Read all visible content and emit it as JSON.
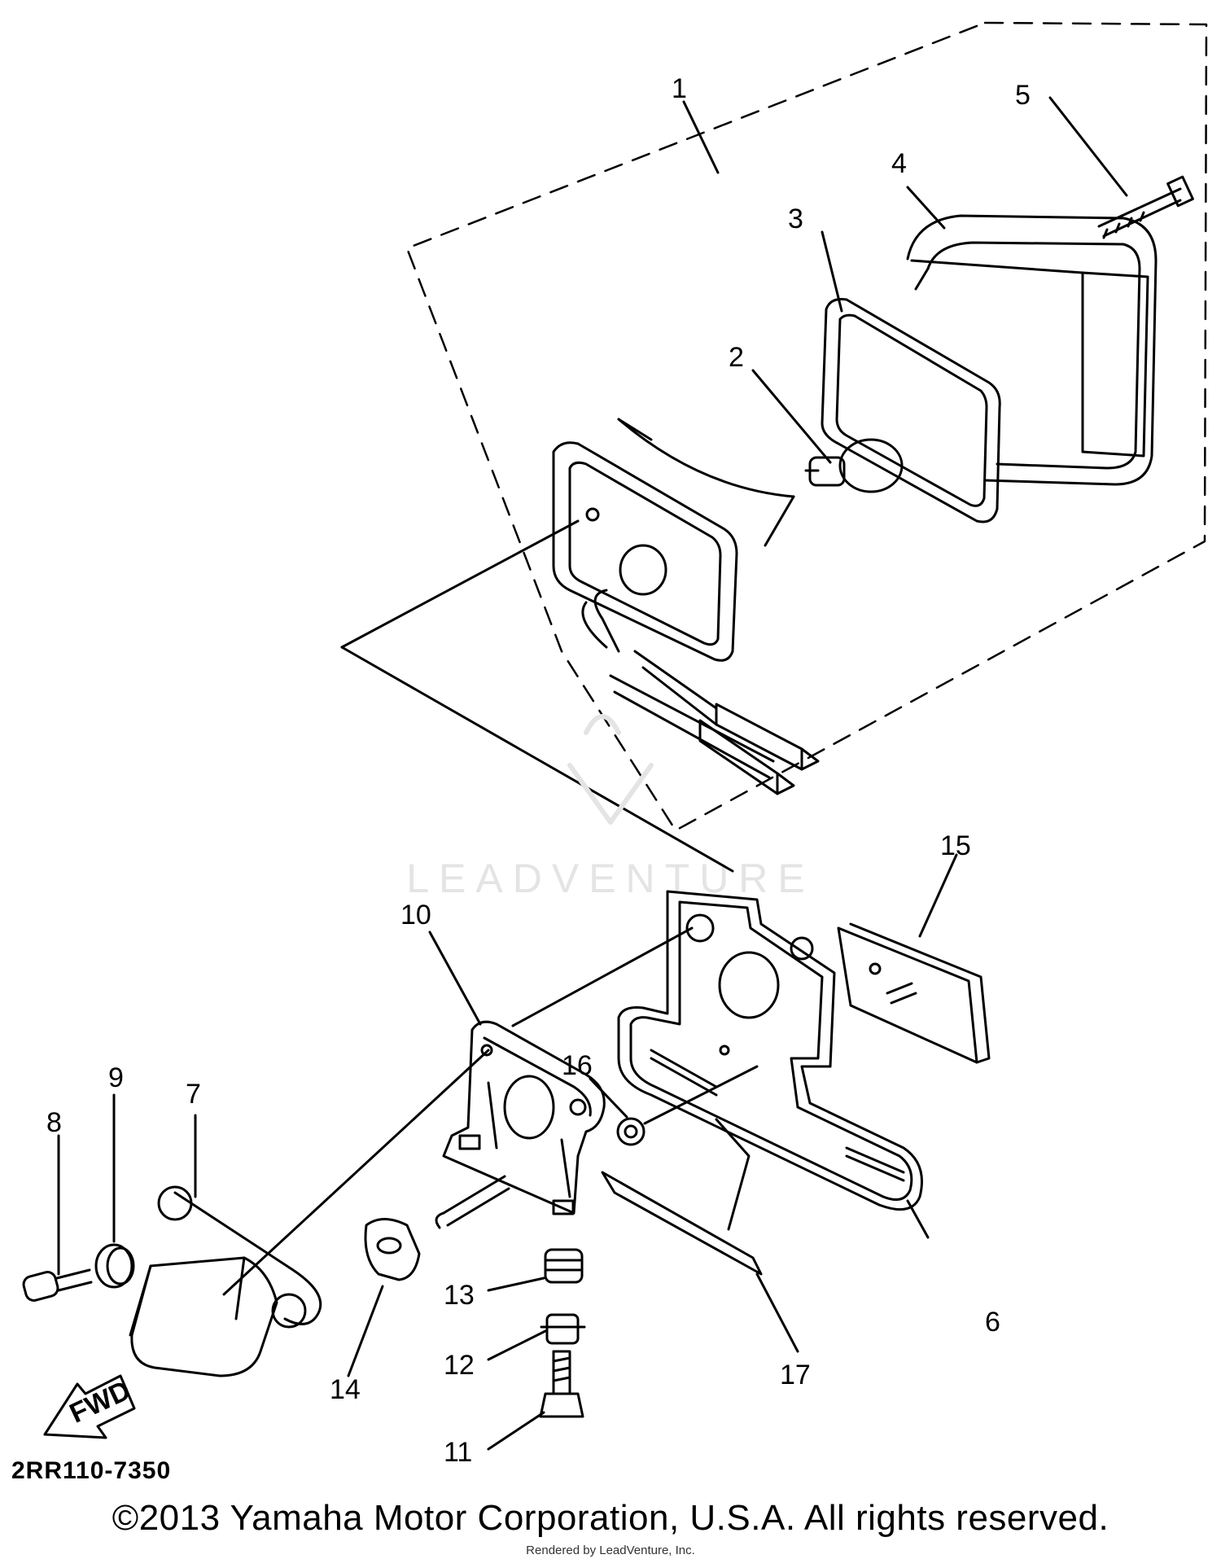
{
  "watermark": "LEADVENTURE",
  "callouts": [
    {
      "id": "1",
      "text": "1"
    },
    {
      "id": "2",
      "text": "2"
    },
    {
      "id": "3",
      "text": "3"
    },
    {
      "id": "4",
      "text": "4"
    },
    {
      "id": "5",
      "text": "5"
    },
    {
      "id": "6",
      "text": "6"
    },
    {
      "id": "7",
      "text": "7"
    },
    {
      "id": "8",
      "text": "8"
    },
    {
      "id": "9",
      "text": "9"
    },
    {
      "id": "10",
      "text": "10"
    },
    {
      "id": "11",
      "text": "11"
    },
    {
      "id": "12",
      "text": "12"
    },
    {
      "id": "13",
      "text": "13"
    },
    {
      "id": "14",
      "text": "14"
    },
    {
      "id": "15",
      "text": "15"
    },
    {
      "id": "16",
      "text": "16"
    },
    {
      "id": "17",
      "text": "17"
    }
  ],
  "fwd_label": "FWD",
  "figure_code": "2RR110-7350",
  "copyright": "©2013 Yamaha Motor Corporation, U.S.A. All rights reserved.",
  "rendered_by": "Rendered by LeadVenture, Inc."
}
